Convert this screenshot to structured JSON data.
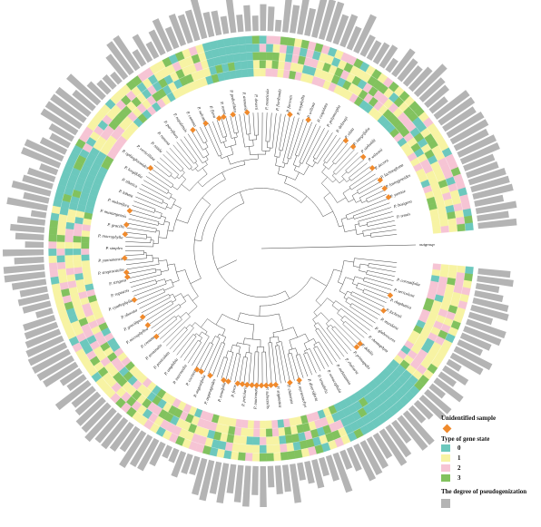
{
  "colors": {
    "state_0": "#6cc8bd",
    "state_1": "#f7f3a3",
    "state_2": "#f6c4d4",
    "state_3": "#82c25e",
    "pseudogenization_bar": "#b4b4b4",
    "unidentified_marker": "#f08a2c",
    "branch": "#444444"
  },
  "legend": {
    "unidentified_title": "Unidentified sample",
    "gene_state_title": "Type of gene state",
    "states": [
      {
        "label": "0",
        "color": "#6cc8bd"
      },
      {
        "label": "1",
        "color": "#f7f3a3"
      },
      {
        "label": "2",
        "color": "#f6c4d4"
      },
      {
        "label": "3",
        "color": "#82c25e"
      }
    ],
    "pseudogenization_title": "The degree of pseudogenization"
  },
  "tree": {
    "outgroup_label": "outgroup",
    "taxon_labels": [
      "P. cornutifolia",
      "P. sericolosa",
      "P. rhaphatica",
      "P. fochesii",
      "P. mundana",
      "P. glabrescens",
      "P. rhomophyta",
      "P. debilis",
      "P. prinsupalis",
      "P. rhaliaria",
      "P. melanzonia",
      "P. oenocephala",
      "P. tenuifolia",
      "P. diversiforia",
      "P. myriostachys",
      "P. chinensis",
      "P. stigmatica",
      "P. subsessilis",
      "P. mucronata",
      "P. petiolaris",
      "P. ferox",
      "P. tenuifolia",
      "P. asparagoides",
      "P. angustifolia",
      "P. cocinea",
      "P. intermedia",
      "P. amphibia",
      "P. paniculata",
      "P. terminalis",
      "P. crenata",
      "P. microphyllea",
      "P. gracilipes",
      "P. obovata",
      "P. cyathophylla",
      "P. rupestris",
      "P. strigosa",
      "P. streptocaulos",
      "P. yunnanensis",
      "P. simplex",
      "P. macrophylla",
      "P. gracilis",
      "P. mustangensis",
      "P. stolonifera",
      "P. lobata",
      "P. tibetica",
      "P. longifolia",
      "P. ophioglossoides",
      "P. verticillata",
      "P. nitida",
      "P. ramosa",
      "P. parviflora",
      "P. nepalensis",
      "P. comosa",
      "P. sulcata",
      "P. flava",
      "P. rosea",
      "P. pedicellata",
      "P. arenaria",
      "P. deserti",
      "P. monticola",
      "P. floribunda",
      "P. forrestii",
      "P. oxyphylla",
      "P. willosa",
      "P. cuspidata",
      "P. polymorpha",
      "P. delavayi",
      "P. elata",
      "P. integrifolia",
      "P. sieboldii",
      "P. wilsonii",
      "P. decora",
      "P. lachnogloma",
      "P. lasiogynoides",
      "P. yunnae",
      "P. bosigera",
      "P. tenuis"
    ]
  }
}
